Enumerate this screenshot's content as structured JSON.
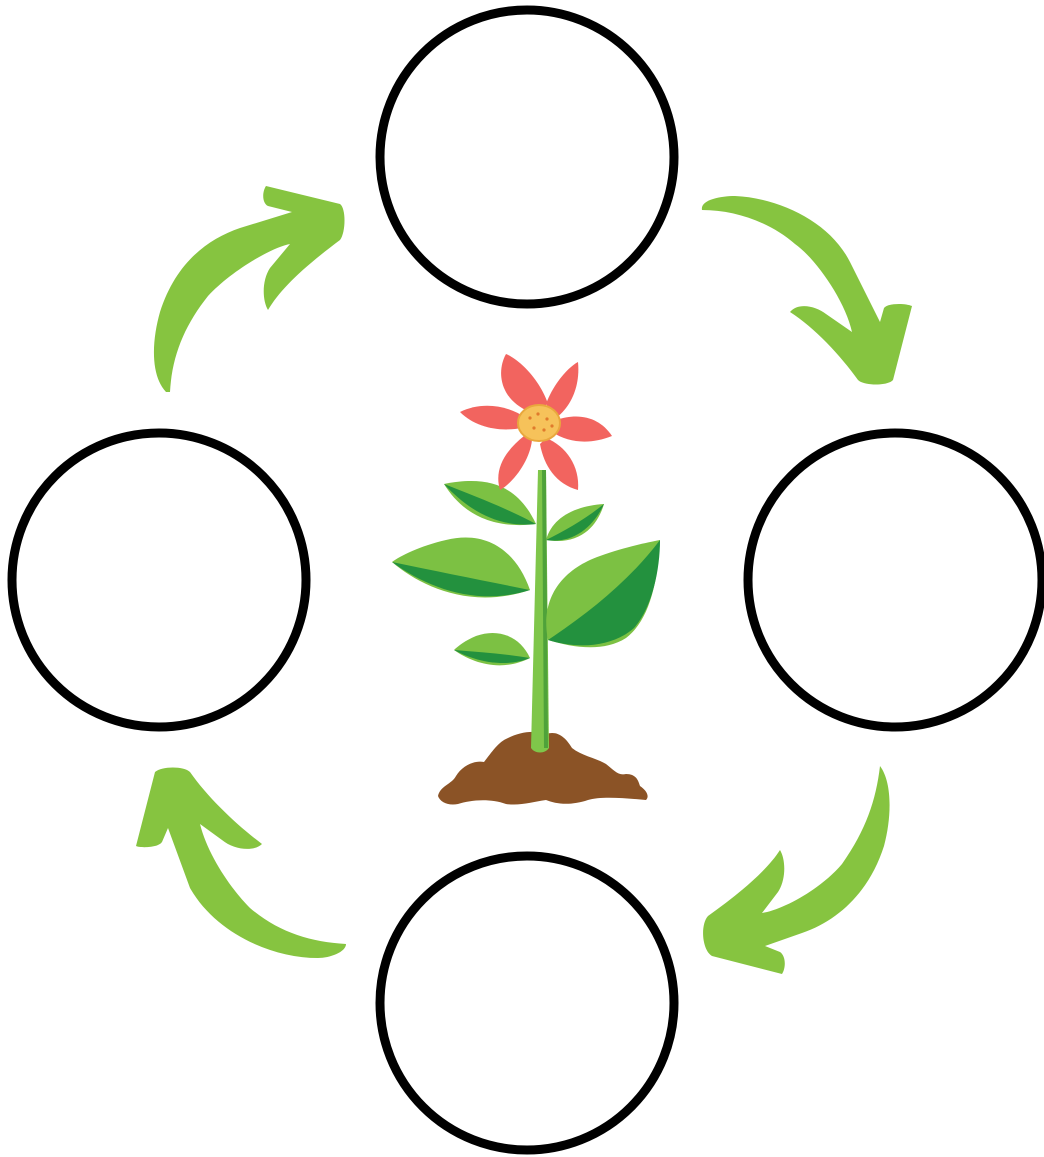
{
  "diagram": {
    "type": "cycle",
    "stages": [
      {
        "id": "top",
        "label": ""
      },
      {
        "id": "right",
        "label": ""
      },
      {
        "id": "bottom",
        "label": ""
      },
      {
        "id": "left",
        "label": ""
      }
    ],
    "colors": {
      "arrow": "#86c440",
      "circle_stroke": "#000000",
      "circle_fill": "#ffffff",
      "petal": "#f2645f",
      "petal_vein": "#e04a46",
      "flower_center": "#f6c25a",
      "leaf_light": "#7cc143",
      "leaf_dark": "#23913e",
      "stem": "#7fc64a",
      "soil": "#8b5326"
    },
    "center_icon": "flowering-plant-in-soil"
  }
}
